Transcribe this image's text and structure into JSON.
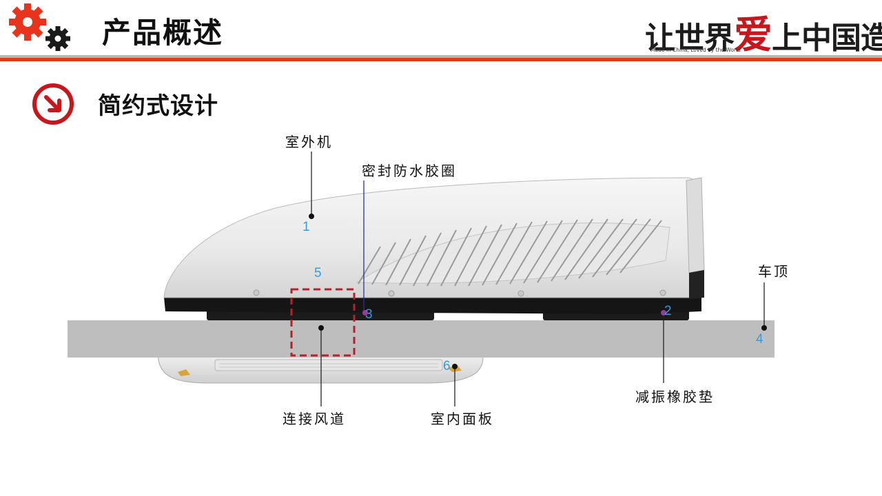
{
  "header": {
    "title": "产品概述",
    "brand_text": "让世界",
    "brand_text_red": "爱",
    "brand_text_tail": "上中国造",
    "brand_tagline": "Made in China, Loved by the World"
  },
  "section": {
    "title": "简约式设计"
  },
  "callouts": [
    {
      "number": "1",
      "label": "室外机"
    },
    {
      "number": "2",
      "label": "减振橡胶垫"
    },
    {
      "number": "3",
      "label": "密封防水胶圈"
    },
    {
      "number": "4",
      "label": "车顶"
    },
    {
      "number": "5",
      "label": ""
    },
    {
      "number": "6",
      "label": "室内面板"
    },
    {
      "number": "",
      "label": "连接风道"
    }
  ],
  "colors": {
    "accent_red": "#e23a12",
    "callout_blue": "#3a9ad9",
    "roof_gray": "#bebebe"
  }
}
